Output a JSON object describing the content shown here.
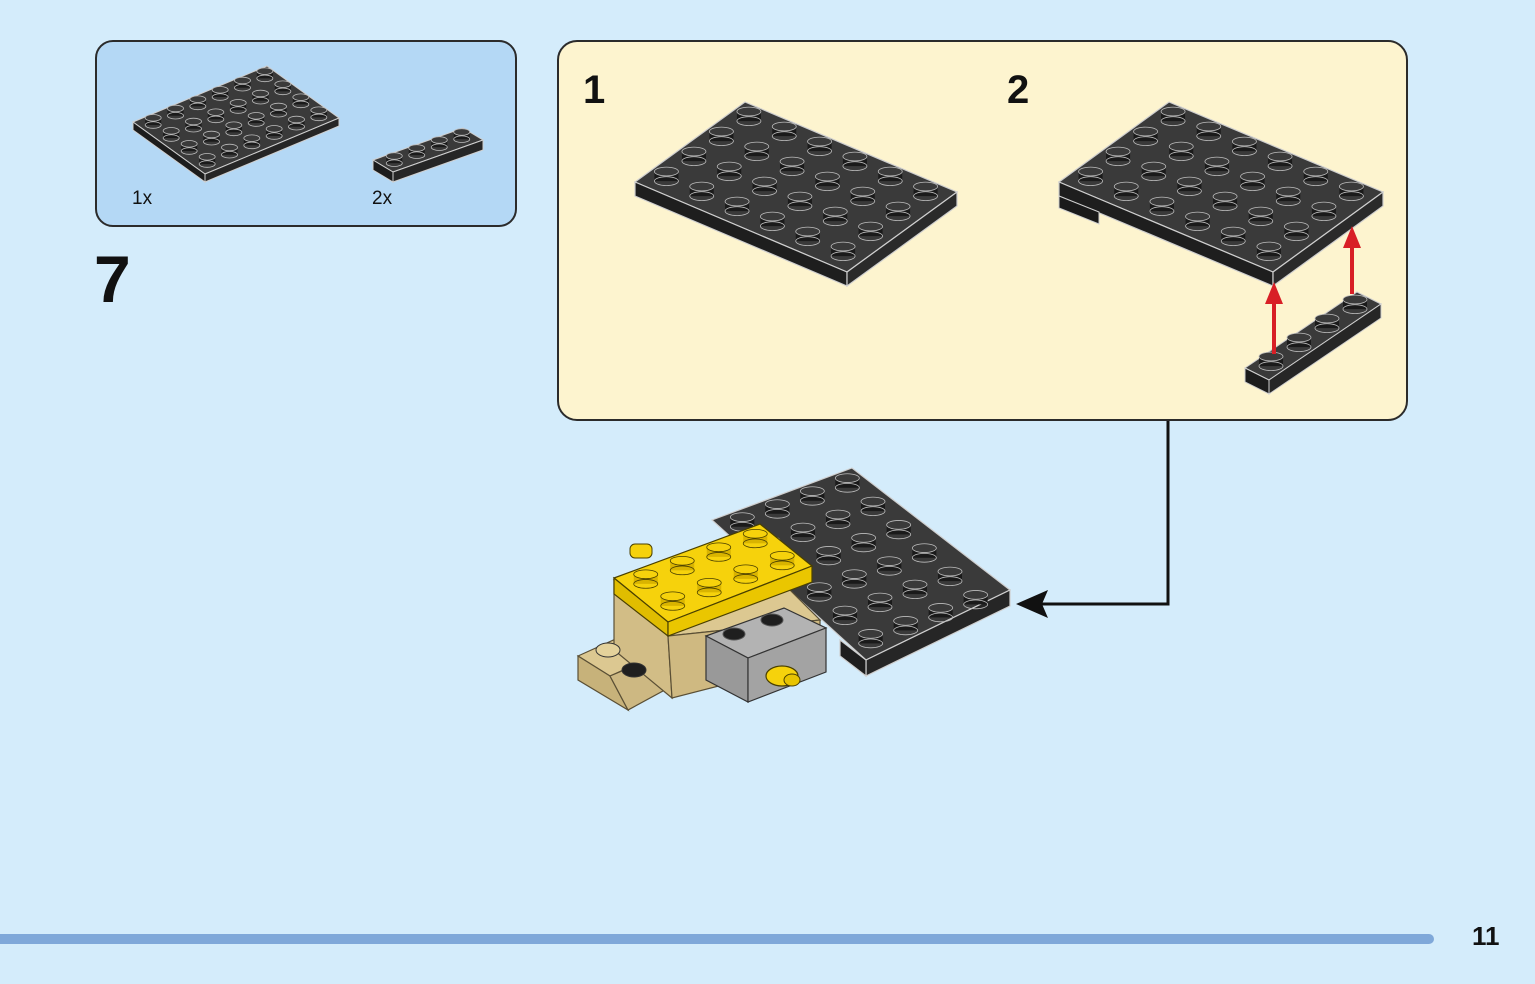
{
  "parts": {
    "items": [
      {
        "quantity": "1x",
        "part": "black-plate-4x6"
      },
      {
        "quantity": "2x",
        "part": "black-plate-1x4"
      }
    ]
  },
  "step": {
    "number": "7"
  },
  "sub_steps": [
    {
      "label": "1"
    },
    {
      "label": "2"
    }
  ],
  "page": {
    "number": "11"
  },
  "colors": {
    "background": "#d4ecfb",
    "parts_box": "#b4d8f5",
    "sub_box": "#fdf4cf",
    "brick_black": "#2c2c2c",
    "brick_yellow": "#f6d20c",
    "brick_tan": "#dcc891",
    "brick_grey": "#a3a3a3",
    "arrow_red": "#d81f26",
    "progress": "#7fa8d9"
  },
  "icons": [
    "black-plate-4x6-icon",
    "black-plate-1x4-icon",
    "red-arrow-icon",
    "callout-arrow-icon"
  ]
}
